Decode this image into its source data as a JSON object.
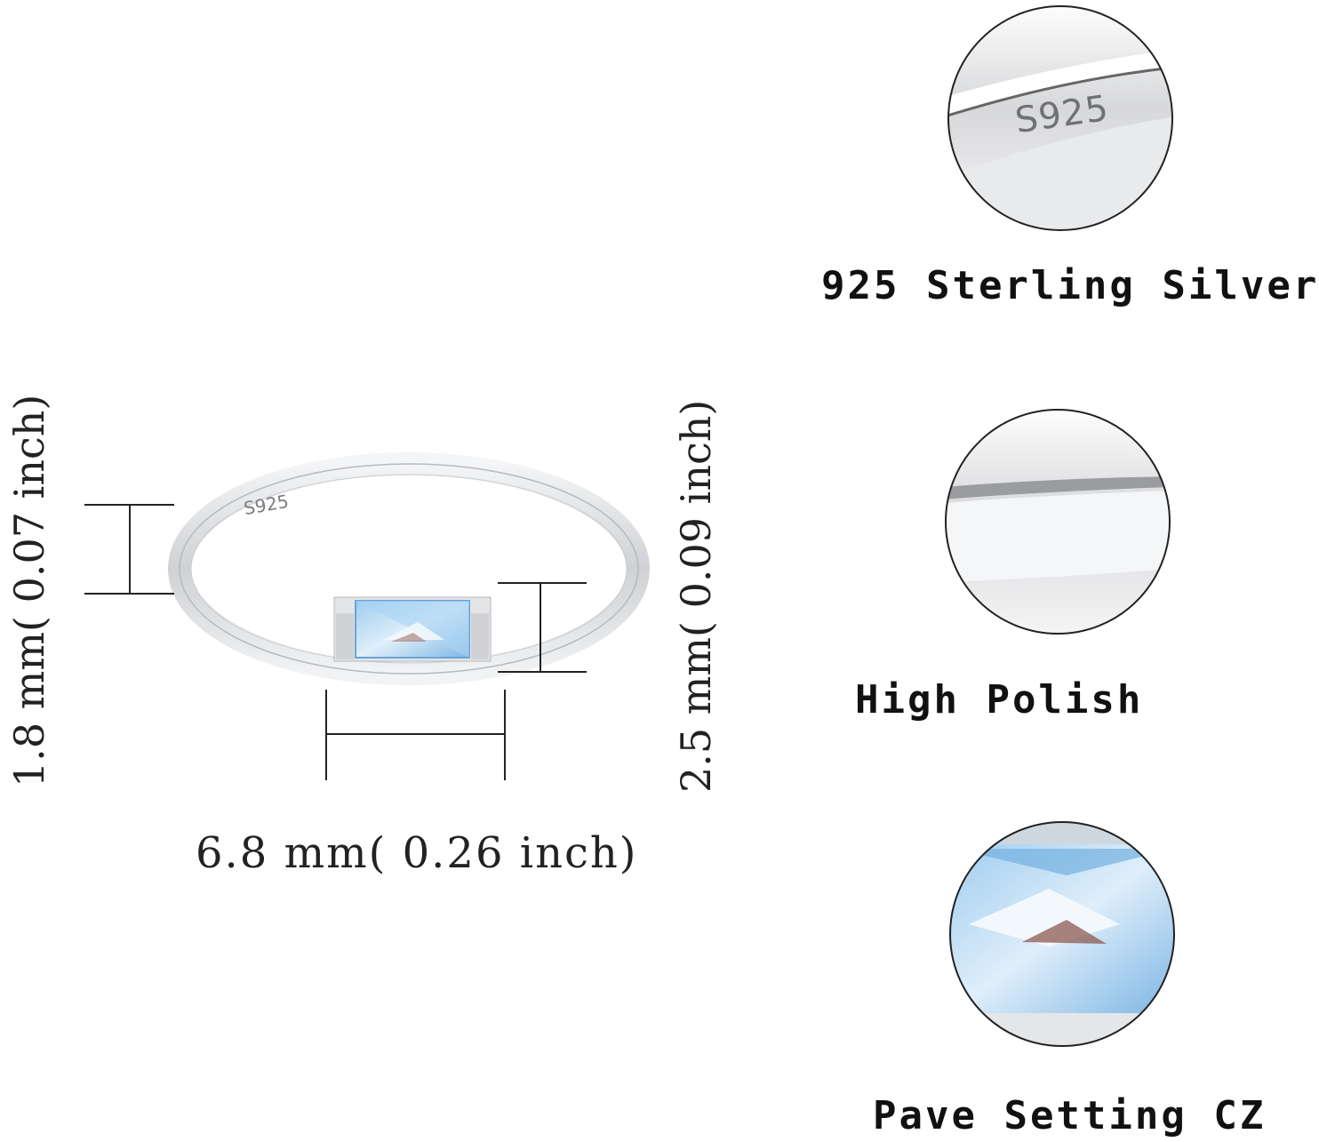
{
  "ring": {
    "stamp": "S925",
    "stone_color": "#8fc3ea",
    "metal_color": "#d9dadd"
  },
  "dimensions": {
    "band_width": "1.8 mm( 0.07 inch)",
    "stone_height": "2.5 mm( 0.09 inch)",
    "stone_length": "6.8 mm( 0.26 inch)"
  },
  "features": [
    {
      "label": "925 Sterling Silver",
      "stamp": "S925"
    },
    {
      "label": "High Polish"
    },
    {
      "label": "Pave Setting CZ"
    }
  ]
}
